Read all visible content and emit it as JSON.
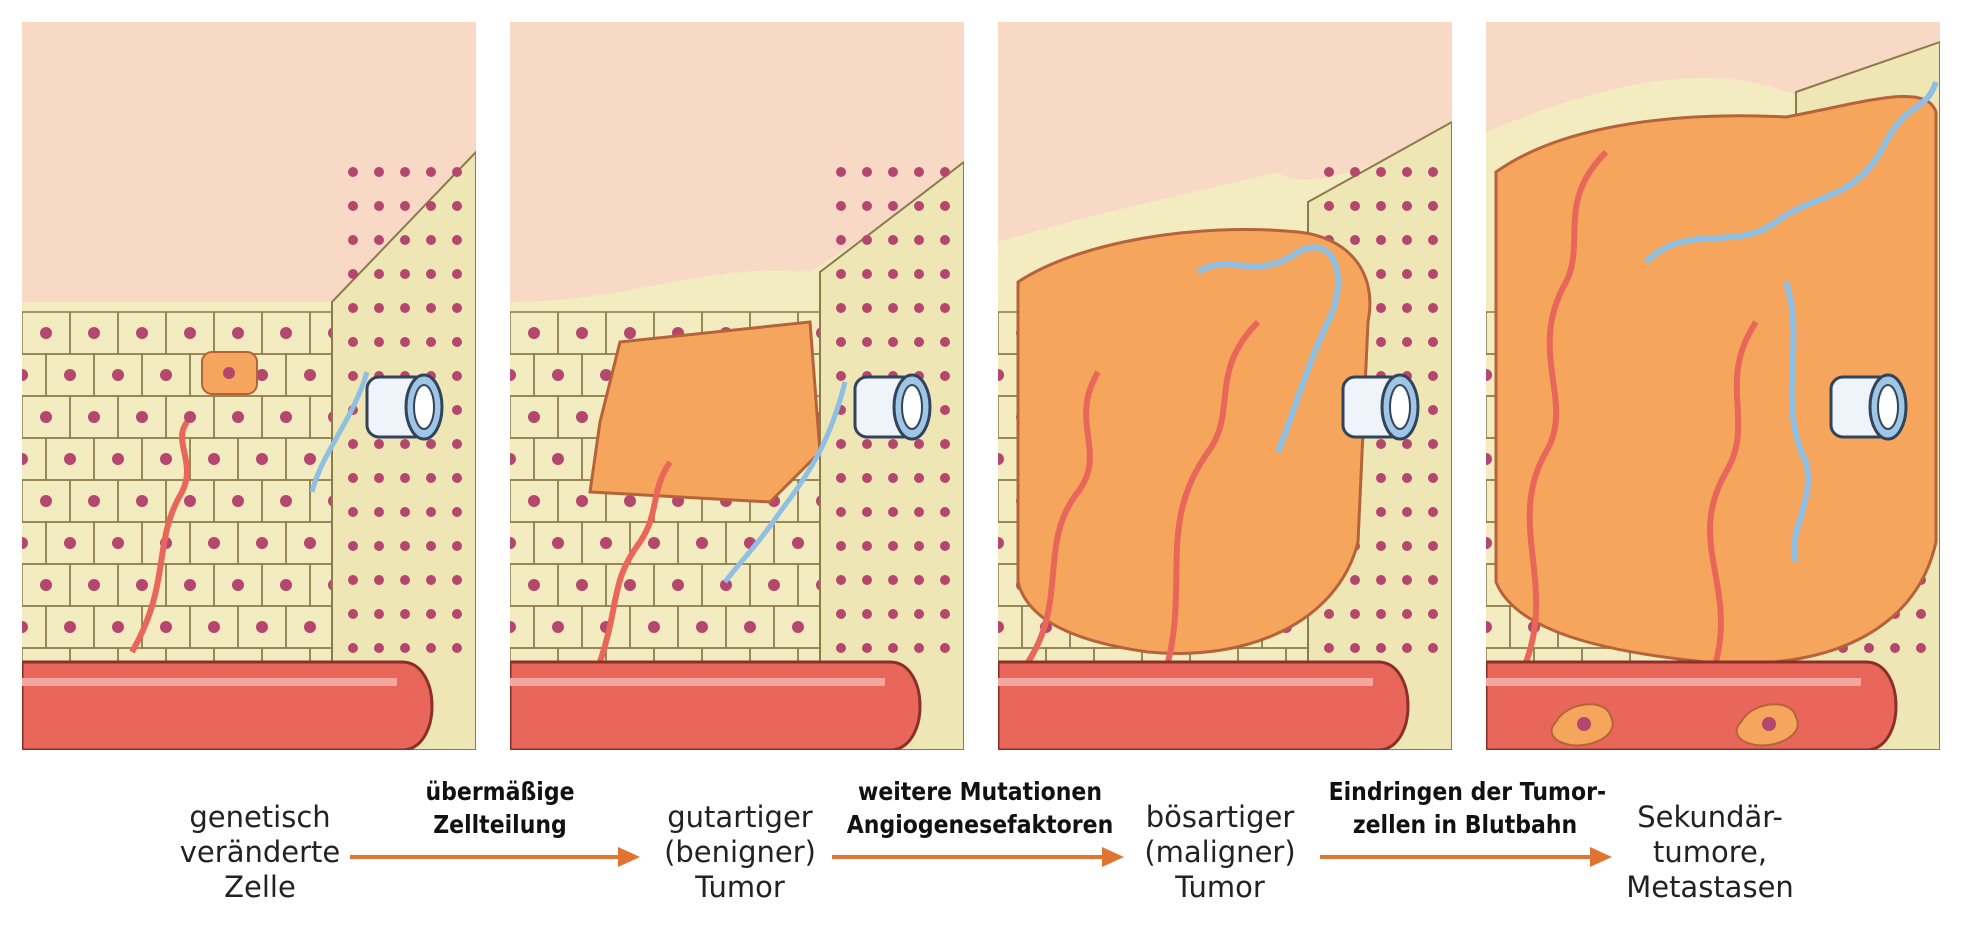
{
  "stages": [
    {
      "lines": [
        "genetisch",
        "veränderte",
        "Zelle"
      ]
    },
    {
      "lines": [
        "gutartiger",
        "(benigner)",
        "Tumor"
      ]
    },
    {
      "lines": [
        "bösartiger",
        "(maligner)",
        "Tumor"
      ]
    },
    {
      "lines": [
        "Sekundär-",
        "tumore,",
        "Metastasen"
      ]
    }
  ],
  "steps": [
    {
      "lines": [
        "übermäßige",
        "Zellteilung"
      ]
    },
    {
      "lines": [
        "weitere Mutationen",
        "Angiogenesefaktoren"
      ]
    },
    {
      "lines": [
        "Eindringen der Tumor-",
        "zellen in Blutbahn"
      ]
    }
  ],
  "colors": {
    "skin": "#f8d9c6",
    "tissue": "#f3ecc0",
    "nucleus": "#b5466e",
    "tumor": "#f5a65c",
    "blood_vessel": "#e8675a",
    "lymph_vessel": "#8fbfe3",
    "arrow": "#e07430"
  }
}
